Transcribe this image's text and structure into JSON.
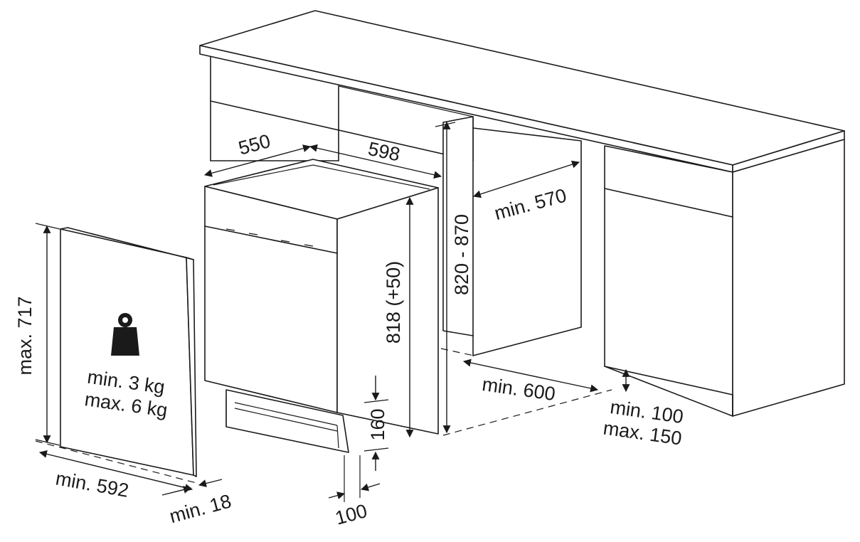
{
  "dimensions": {
    "depth": "550",
    "width": "598",
    "height_adjustable": "818 (+50)",
    "niche_height": "820 - 870",
    "niche_depth_min": "min. 570",
    "niche_width_min": "min. 600",
    "plinth_min": "min. 100",
    "plinth_max": "max. 150",
    "plinth_height": "160",
    "plinth_depth": "100",
    "door_height_max": "max. 717",
    "door_width_min": "min. 592",
    "door_thickness_min": "min. 18",
    "door_weight_min": "min. 3 kg",
    "door_weight_max": "max. 6 kg"
  },
  "icons": {
    "weight": "weight-icon"
  }
}
